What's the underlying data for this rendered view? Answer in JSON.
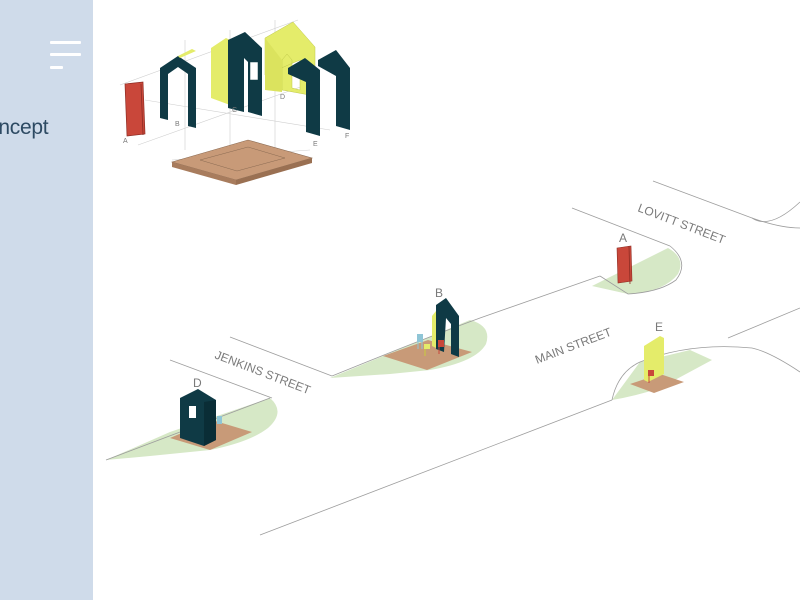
{
  "sidebar": {
    "section_label": "oncept"
  },
  "exploded_view": {
    "labels": [
      "A",
      "B",
      "C",
      "D",
      "E",
      "F"
    ]
  },
  "streets": {
    "lovitt": "LOVITT STREET",
    "main": "MAIN STREET",
    "jenkins": "JENKINS STREET"
  },
  "sites": {
    "a": "A",
    "b": "B",
    "d": "D",
    "e": "E"
  },
  "colors": {
    "sidebar": "#cfdbea",
    "navy": "#0f3a45",
    "yellow": "#e4ec6a",
    "red": "#c9473a",
    "wood": "#c89a78",
    "grass": "#d6e8c6",
    "chair_teal": "#8fc5d6"
  }
}
